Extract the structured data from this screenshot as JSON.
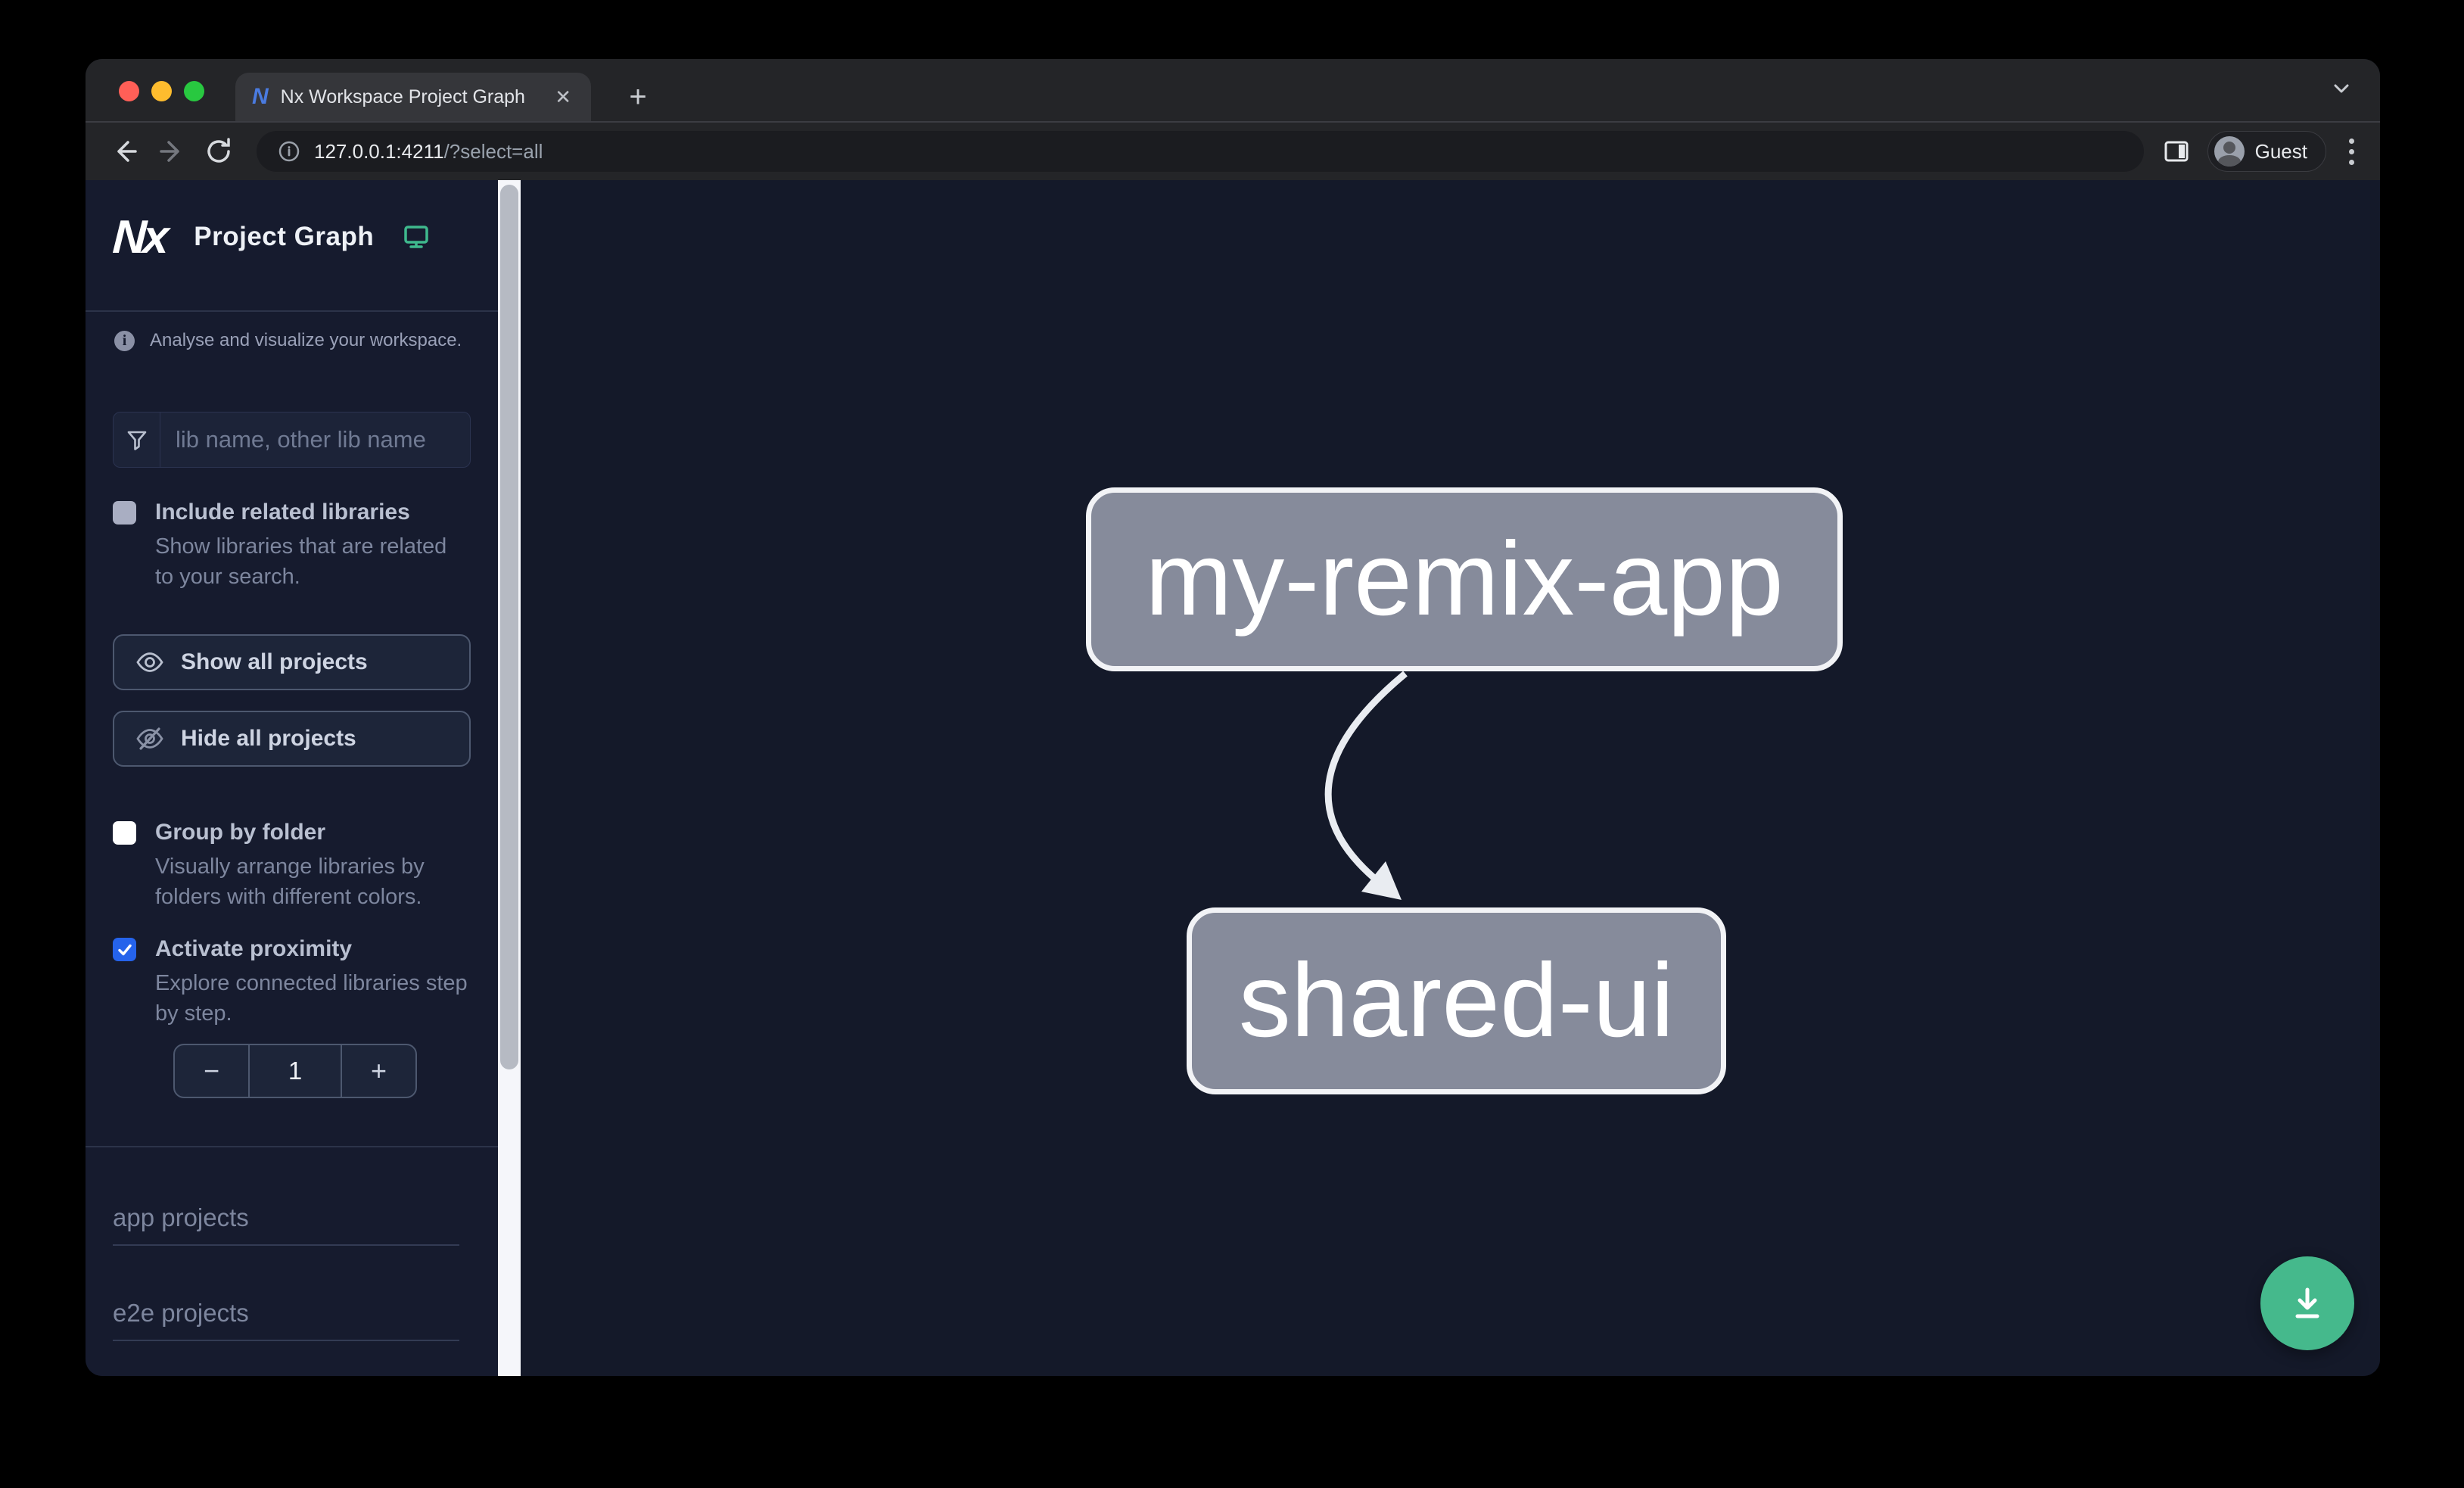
{
  "browser": {
    "tab_title": "Nx Workspace Project Graph",
    "close_glyph": "✕",
    "new_tab_glyph": "+",
    "favicon_glyph": "N",
    "url_host": "127.0.0.1:4211",
    "url_path": "/?select=all",
    "profile_label": "Guest"
  },
  "sidebar": {
    "brand_glyph": "Nx",
    "app_title": "Project Graph",
    "tagline": "Analyse and visualize your workspace.",
    "search_placeholder": "lib name, other lib name",
    "include_related": {
      "label": "Include related libraries",
      "description": "Show libraries that are related to your search.",
      "checked": false
    },
    "show_all_label": "Show all projects",
    "hide_all_label": "Hide all projects",
    "group_by_folder": {
      "label": "Group by folder",
      "description": "Visually arrange libraries by folders with different colors.",
      "checked": false
    },
    "activate_proximity": {
      "label": "Activate proximity",
      "description": "Explore connected libraries step by step.",
      "checked": true
    },
    "proximity": {
      "decrease_glyph": "−",
      "value": "1",
      "increase_glyph": "+"
    },
    "sections": [
      {
        "label": "app projects"
      },
      {
        "label": "e2e projects"
      }
    ]
  },
  "graph": {
    "nodes": [
      {
        "label": "my-remix-app"
      },
      {
        "label": "shared-ui"
      }
    ],
    "edges": [
      {
        "from": "my-remix-app",
        "to": "shared-ui"
      }
    ]
  },
  "colors": {
    "accent_teal": "#3fb98d",
    "checkbox_blue": "#2563eb",
    "node_fill": "#868b9b",
    "node_border": "#f2f3f6",
    "fab_green": "#45b98c",
    "canvas_bg": "#141929",
    "sidebar_bg": "#161b2e"
  }
}
